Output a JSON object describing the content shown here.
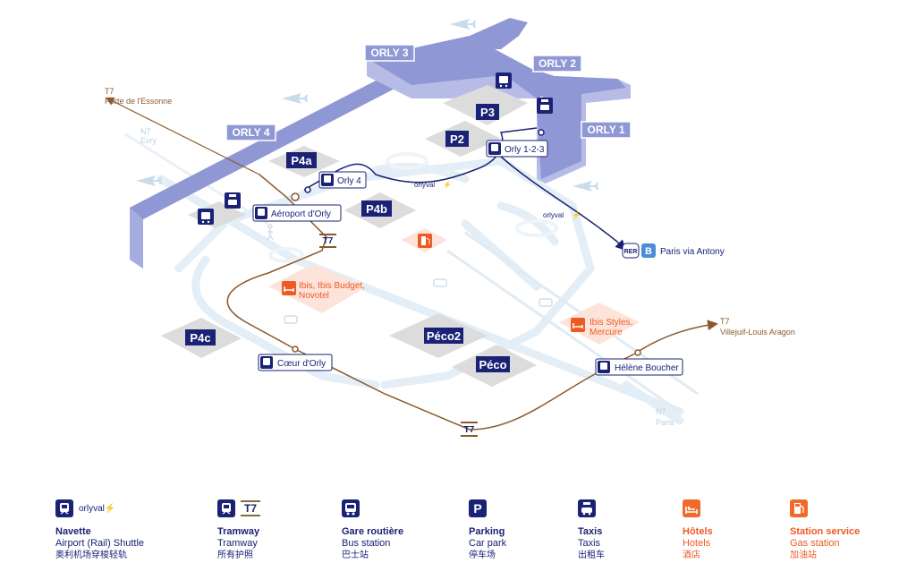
{
  "terminals": {
    "orly1": "ORLY 1",
    "orly2": "ORLY 2",
    "orly3": "ORLY 3",
    "orly4": "ORLY 4"
  },
  "parkings": {
    "p3": "P3",
    "p2": "P2",
    "p4a": "P4a",
    "p4b": "P4b",
    "p4c": "P4c",
    "peco2": "Péco2",
    "peco": "Péco"
  },
  "stations": {
    "orly123": "Orly 1-2-3",
    "orly4": "Orly 4",
    "aeroport": "Aéroport d'Orly",
    "coeur": "Cœur d'Orly",
    "helene": "Hélène Boucher",
    "rer_badge": "RER",
    "rer_line": "B",
    "paris_antony": "Paris via Antony"
  },
  "routes": {
    "t7": "T7",
    "t7_north_line": "T7",
    "t7_north_dest": "Porte de l'Essonne",
    "t7_east_line": "T7",
    "t7_east_dest": "Villejuif-Louis Aragon",
    "n7_north": "N7",
    "n7_north_dest": "Evry",
    "n7_south": "N7",
    "n7_south_dest": "Paris",
    "orlyval_logo": "orlyval"
  },
  "hotels": {
    "ibis": "Ibis, Ibis Budget,",
    "ibis2": "Novotel",
    "ibis_styles": "Ibis Styles,",
    "ibis_styles2": "Mercure"
  },
  "legend": [
    {
      "title": "Navette",
      "en": "Airport (Rail) Shuttle",
      "zh": "奥利机场穿梭轻轨",
      "logo": "orlyval",
      "icon": "tram-icon"
    },
    {
      "title": "Tramway",
      "en": "Tramway",
      "zh": "所有护照",
      "badge": "T7",
      "icon": "tram-icon"
    },
    {
      "title": "Gare routière",
      "en": "Bus station",
      "zh": "巴士站",
      "icon": "bus-icon"
    },
    {
      "title": "Parking",
      "en": "Car park",
      "zh": "停车场",
      "icon": "parking-icon"
    },
    {
      "title": "Taxis",
      "en": "Taxis",
      "zh": "出租车",
      "icon": "taxi-icon"
    },
    {
      "title": "Hôtels",
      "en": "Hotels",
      "zh": "酒店",
      "icon": "hotel-icon"
    },
    {
      "title": "Station service",
      "en": "Gas station",
      "zh": "加油站",
      "icon": "gas-station-icon"
    }
  ],
  "colors": {
    "navy": "#1a2275",
    "terminal": "#8f97d4",
    "terminal_side": "#b6bce6",
    "parking_gray": "#d8d8d8",
    "road": "#dfeaf3",
    "tram": "#8a5a2b",
    "orange": "#ee5a24",
    "orange_pale": "#fde4da"
  }
}
